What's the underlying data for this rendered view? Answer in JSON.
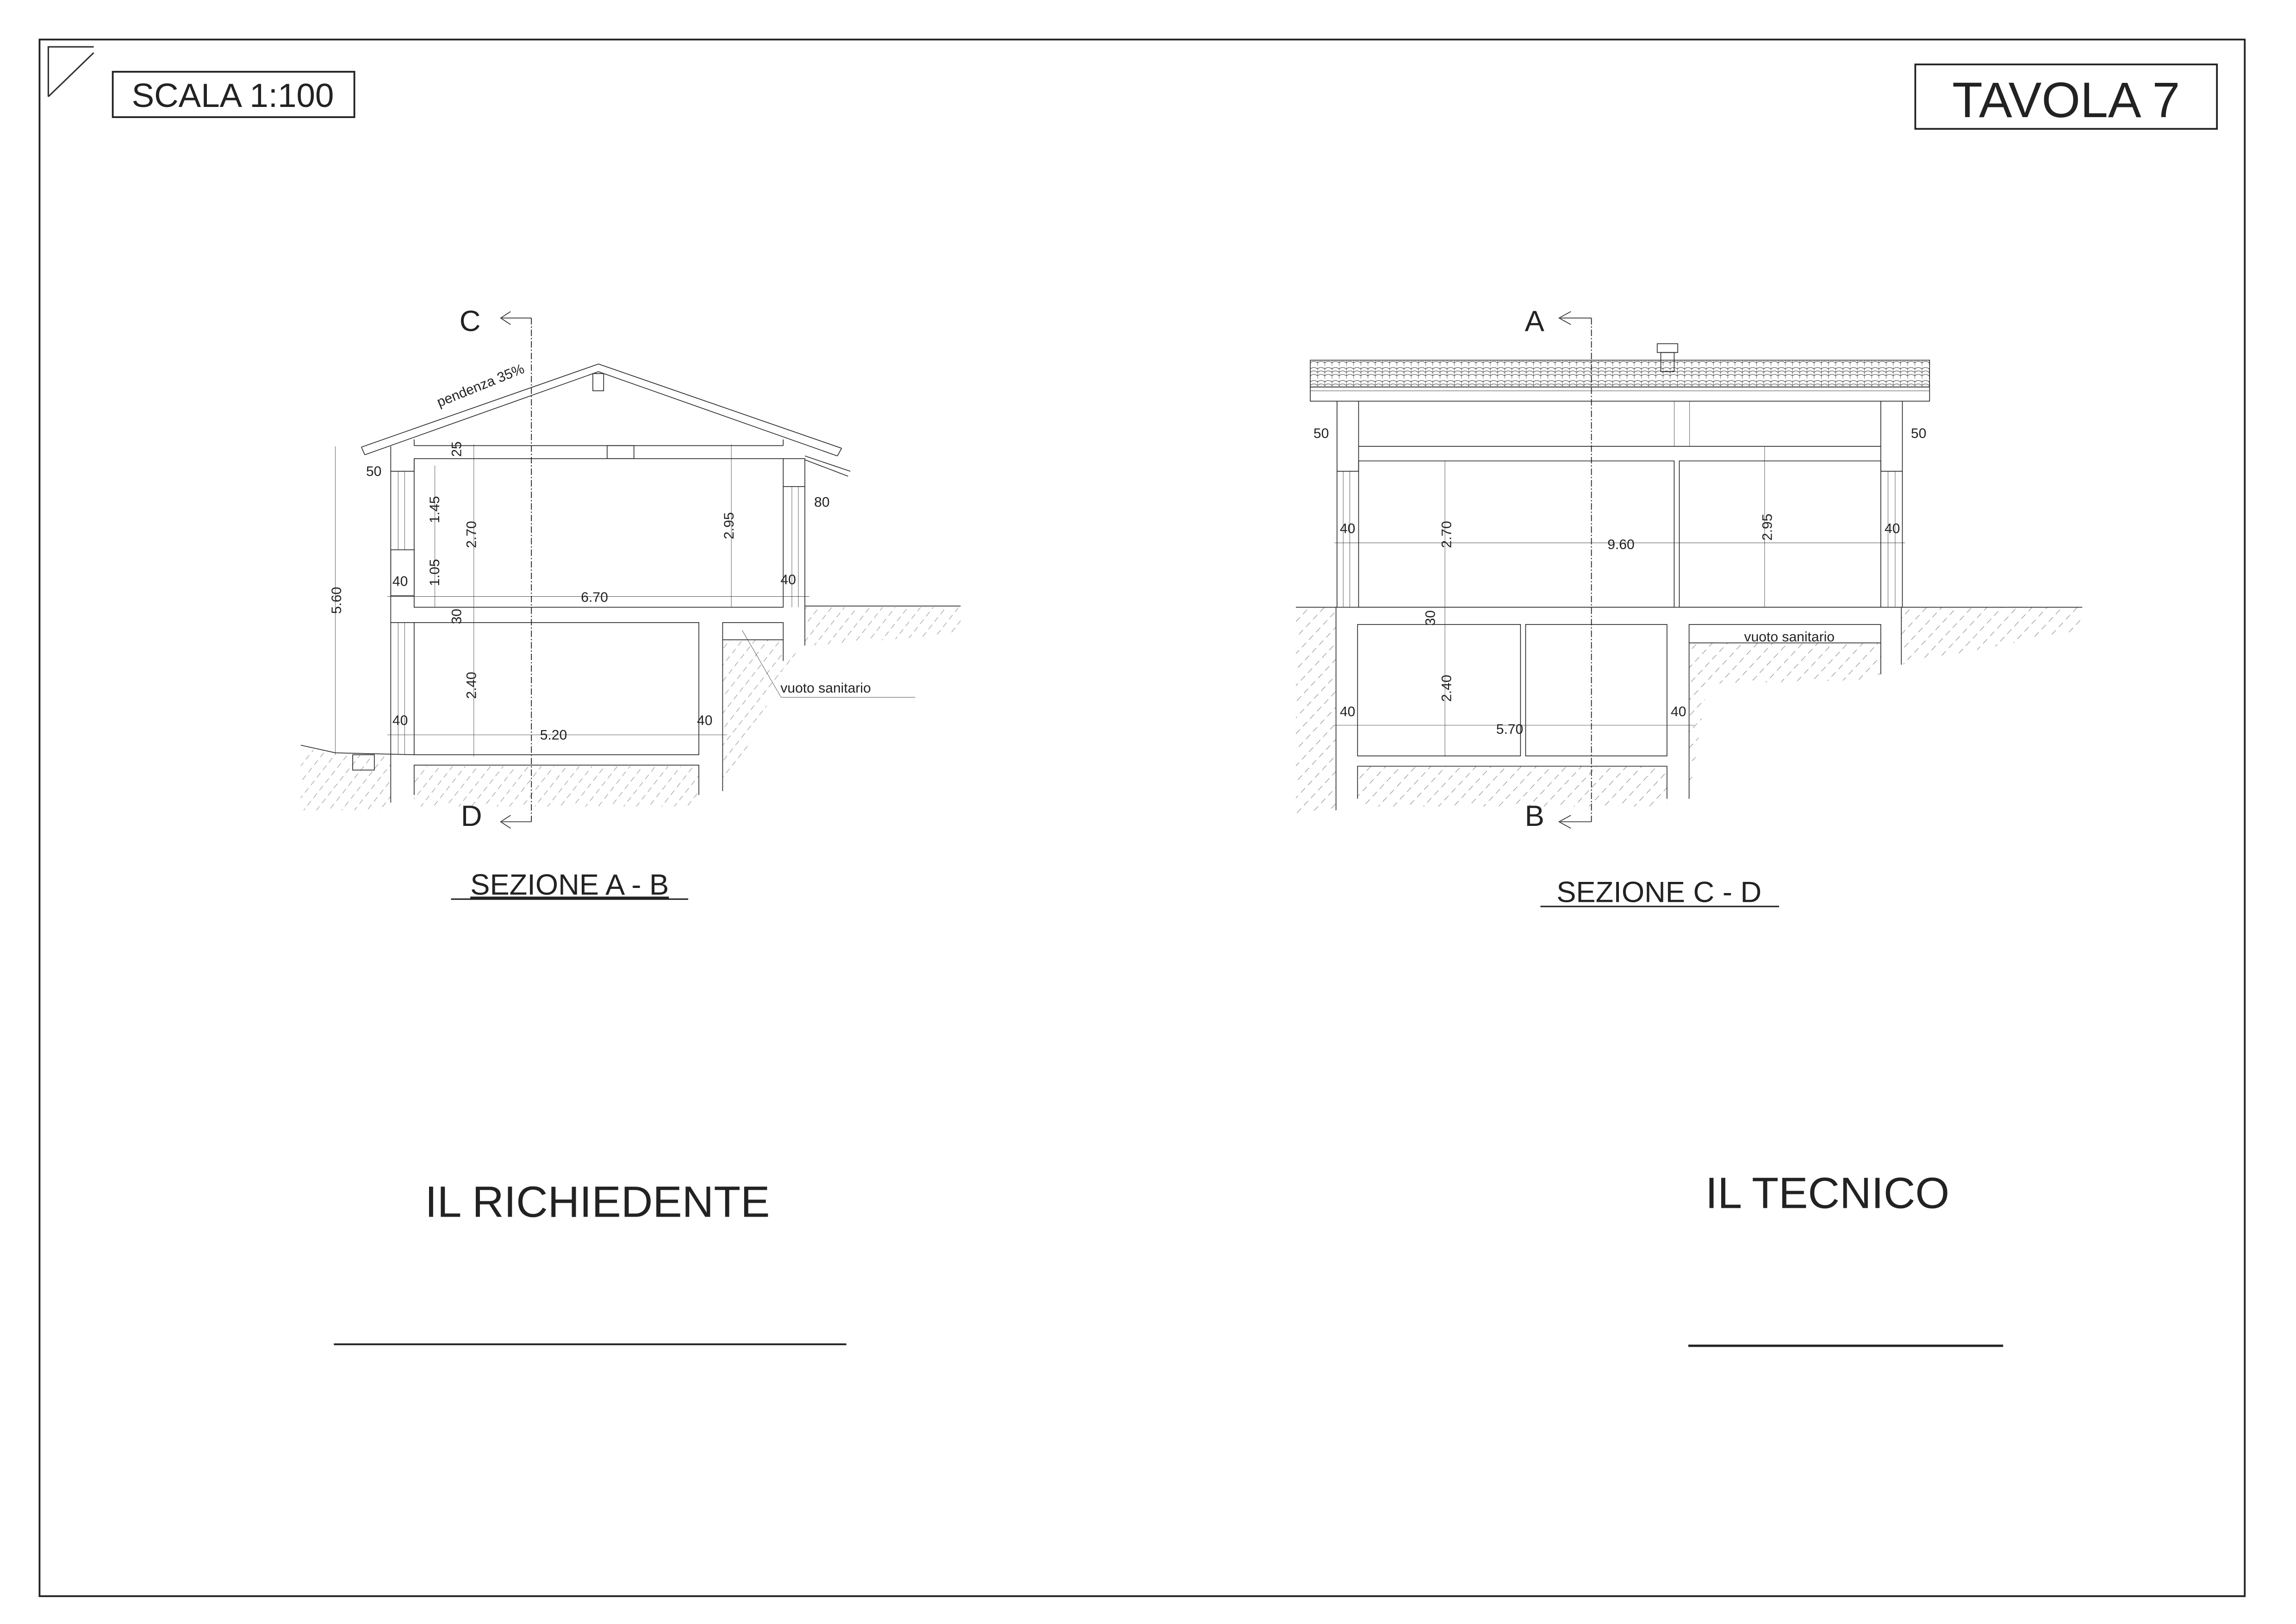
{
  "header": {
    "scale_label": "SCALA 1:100",
    "sheet_label": "TAVOLA 7"
  },
  "section_ab": {
    "title": "SEZIONE A - B",
    "cut_top": "C",
    "cut_bottom": "D",
    "slope_note": "pendenza 35%",
    "dims": {
      "eave_left": "50",
      "attic_slab": "25",
      "window_upper": "1.45",
      "height_upper": "2.70",
      "window_sill": "1.05",
      "height_right": "2.95",
      "eave_right": "80",
      "wall_left_upper": "40",
      "slab": "30",
      "width_upper": "6.70",
      "wall_right_upper": "40",
      "total_height": "5.60",
      "height_lower": "2.40",
      "wall_left_lower": "40",
      "width_lower": "5.20",
      "wall_right_lower": "40"
    },
    "crawlspace_label": "vuoto sanitario"
  },
  "section_cd": {
    "title": "SEZIONE C - D",
    "cut_top": "A",
    "cut_bottom": "B",
    "dims": {
      "eave_left": "50",
      "eave_right": "50",
      "wall_left_upper": "40",
      "height_upper": "2.70",
      "width_upper": "9.60",
      "height_right": "2.95",
      "wall_right_upper": "40",
      "slab": "30",
      "height_lower": "2.40",
      "wall_left_lower": "40",
      "width_lower": "5.70",
      "wall_right_lower": "40"
    },
    "crawlspace_label": "vuoto sanitario"
  },
  "signatures": {
    "applicant": "IL  RICHIEDENTE",
    "technician": "IL TECNICO"
  }
}
